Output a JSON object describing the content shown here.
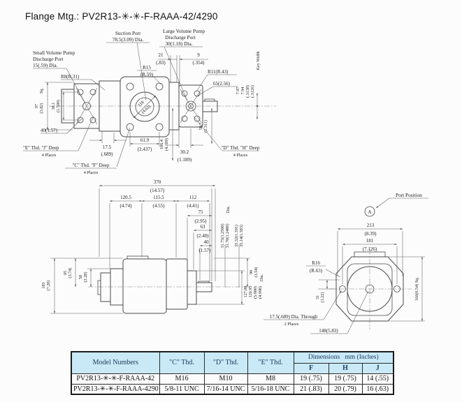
{
  "title": "Flange Mtg.: PV2R13-✳-✳-F-RAAA-42/4290",
  "view_top": {
    "suction_port": [
      "Suction Port",
      "78.5(3.09) Dia."
    ],
    "large_pump_port": [
      "Large Volume Pump",
      "Discharge Port",
      "30(1.18) Dia."
    ],
    "small_pump_port": [
      "Small Volume Pump",
      "Discharge Port",
      "15(.59) Dia."
    ],
    "r8": "R8(R.31)",
    "r15": [
      "R15",
      "(R.59)"
    ],
    "r11": "R11(R.43)",
    "bc65": "65(2.56)",
    "d21": [
      "21",
      "(.83)"
    ],
    "d9": [
      "9",
      "(.354)"
    ],
    "key_width": [
      "7.97",
      "7.94",
      "(.3138)",
      "(.3126)",
      "Key Width"
    ],
    "d97": [
      "97",
      "(3.82)",
      "Sq."
    ],
    "d38": [
      "38.1",
      "(1.500)"
    ],
    "d118": [
      "118",
      "(4.65)"
    ],
    "d40": "40(1.57)",
    "thd_e": [
      "\"E\" Thd. \"J\" Deep",
      "4 Places"
    ],
    "d17": [
      "17.5",
      "(.689)"
    ],
    "thd_c": [
      "\"C\" Thd. \"F\" Deep",
      "4 Places"
    ],
    "d61": [
      "61.9",
      "(2.437)"
    ],
    "d106": [
      "106.4",
      "(4.189)"
    ],
    "d30": [
      "30.2",
      "(1.189)"
    ],
    "d58": [
      "58.7",
      "(2.311)"
    ],
    "thd_d": [
      "\"D\" Thd. \"H\" Deep",
      "4 Places"
    ]
  },
  "view_side": {
    "d370": [
      "370",
      "(14.57)"
    ],
    "d120": [
      "120.5",
      "(4.74)"
    ],
    "d115": [
      "115.5",
      "(4.55)"
    ],
    "d112": [
      "112",
      "(4.41)"
    ],
    "d75": [
      "75",
      "(2.95)"
    ],
    "d63": [
      "63",
      "(2.48)"
    ],
    "d40": [
      "40",
      "(1.57)"
    ],
    "shaft_dia": [
      "31.75(1.2500)",
      "31.70(1.2480)",
      "35.32(1.391)",
      "35.14(1.383)",
      "Dia."
    ],
    "d90": [
      "90",
      "(3.54)"
    ],
    "spigot": [
      "127.00",
      "126.95",
      "(5.000)",
      "(4.998)",
      "Dia."
    ],
    "d183": [
      "183",
      "(7.20)"
    ],
    "d95": [
      "95",
      "(3.74)"
    ],
    "d58": [
      "58",
      "(2.28)"
    ],
    "through": [
      "17.5(.689) Dia. Through",
      "2 Places"
    ]
  },
  "view_rear": {
    "port_position": "Port Position",
    "port_mark": "A",
    "d213": [
      "213",
      "(8.39)"
    ],
    "d181": [
      "181",
      "(7.126)"
    ],
    "r16": [
      "R16",
      "(R.63)"
    ],
    "d31": [
      "31",
      "(1.22)"
    ],
    "d166": "166(6.54) Sq.",
    "d148": "148(5.83)"
  },
  "table": {
    "model_header": "Model Numbers",
    "thd_c": "\"C\" Thd.",
    "thd_d": "\"D\" Thd.",
    "thd_e": "\"E\" Thd.",
    "dims_header": "Dimensions   mm (Inches)",
    "col_f": "F",
    "col_h": "H",
    "col_j": "J",
    "rows": [
      [
        "PV2R13-✳-✳-F-RAAA-42",
        "M16",
        "M10",
        "M8",
        "19 (.75)",
        "19 (.75)",
        "14 (.55)"
      ],
      [
        "PV2R13-✳-✳-F-RAAA-4290",
        "5/8-11 UNC",
        "7/16-14 UNC",
        "5/16-18 UNC",
        "21 (.83)",
        "20 (.79)",
        "16 (.63)"
      ]
    ]
  },
  "colors": {
    "table_header_bg": "#c9e9f6",
    "table_header_text": "#1c3c60",
    "line": "#4a4a4a"
  }
}
